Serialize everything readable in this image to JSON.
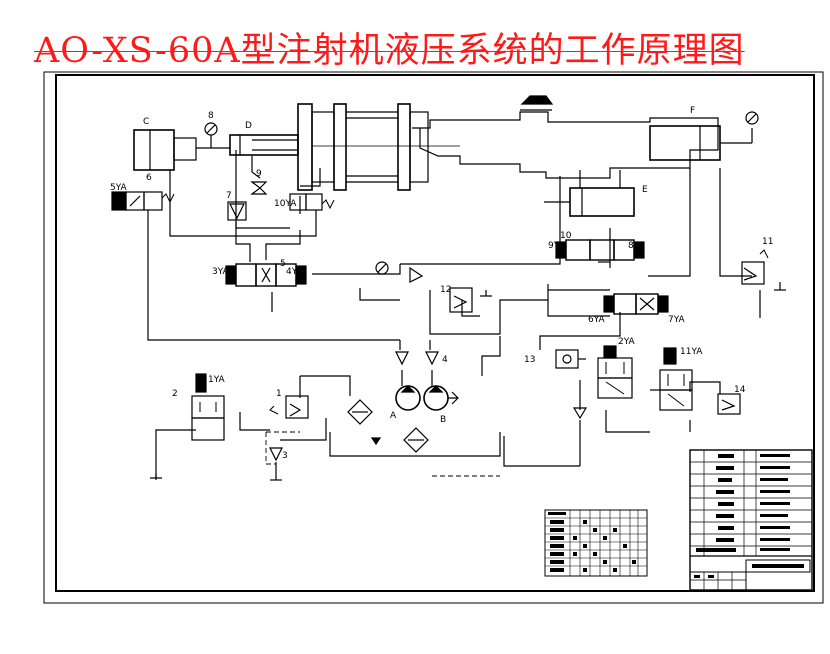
{
  "title": "AO-XS-60A型注射机液压系统的工作原理图",
  "colors": {
    "title": "#ff1a1a",
    "lines": "#000000",
    "background": "#ffffff"
  },
  "labels": {
    "C": "C",
    "D": "D",
    "E": "E",
    "F": "F",
    "A": "A",
    "B": "B",
    "n1": "1",
    "n2": "2",
    "n3": "3",
    "n4": "4",
    "n5": "5",
    "n6": "6",
    "n7": "7",
    "n8": "8",
    "n9": "9",
    "n10": "10",
    "n11": "11",
    "n12": "12",
    "n13": "13",
    "n14": "14",
    "y1": "1YA",
    "y2": "2YA",
    "y3": "3YA",
    "y4": "4YA",
    "y5": "5YA",
    "y6": "6YA",
    "y7": "7YA",
    "y8": "8YA",
    "y9": "9YA",
    "y10": "10YA",
    "y11": "11YA"
  }
}
